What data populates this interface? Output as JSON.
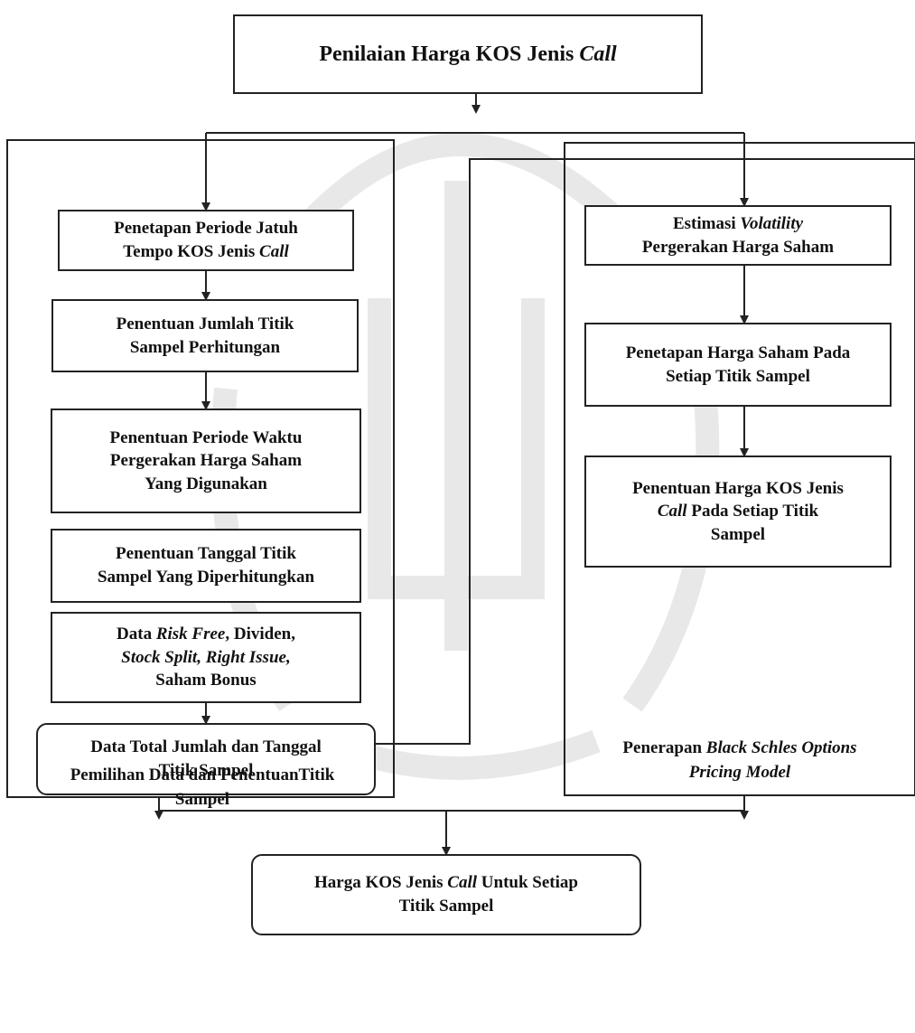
{
  "watermark_color": "#d7d7d7",
  "root": {
    "lines": [
      [
        {
          "t": "Penilaian Harga KOS Jenis "
        },
        {
          "t": "Call",
          "i": true
        }
      ]
    ]
  },
  "left_group": {
    "caption": [
      [
        {
          "t": "Pemilihan Data dan PenentuanTitik"
        }
      ],
      [
        {
          "t": "Sampel"
        }
      ]
    ],
    "steps": [
      {
        "lines": [
          [
            {
              "t": "Penetapan Periode Jatuh"
            }
          ],
          [
            {
              "t": "Tempo KOS Jenis "
            },
            {
              "t": "Call",
              "i": true
            }
          ]
        ]
      },
      {
        "lines": [
          [
            {
              "t": "Penentuan Jumlah Titik"
            }
          ],
          [
            {
              "t": "Sampel Perhitungan"
            }
          ]
        ]
      },
      {
        "lines": [
          [
            {
              "t": "Penentuan Periode Waktu"
            }
          ],
          [
            {
              "t": "Pergerakan Harga Saham"
            }
          ],
          [
            {
              "t": "Yang Digunakan"
            }
          ]
        ]
      },
      {
        "lines": [
          [
            {
              "t": "Penentuan Tanggal Titik"
            }
          ],
          [
            {
              "t": "Sampel Yang Diperhitungkan"
            }
          ]
        ]
      },
      {
        "lines": [
          [
            {
              "t": "Data "
            },
            {
              "t": "Risk Free",
              "i": true
            },
            {
              "t": ", Dividen,"
            }
          ],
          [
            {
              "t": "Stock Split, Right Issue,",
              "i": true
            }
          ],
          [
            {
              "t": "Saham Bonus"
            }
          ]
        ]
      },
      {
        "lines": [
          [
            {
              "t": "Data Total Jumlah dan Tanggal"
            }
          ],
          [
            {
              "t": "Titik Sampel"
            }
          ]
        ]
      }
    ]
  },
  "right_group": {
    "caption": [
      [
        {
          "t": "Penerapan "
        },
        {
          "t": "Black Schles Options",
          "i": true
        }
      ],
      [
        {
          "t": "Pricing Model",
          "i": true
        }
      ]
    ],
    "steps": [
      {
        "lines": [
          [
            {
              "t": "Estimasi "
            },
            {
              "t": "Volatility",
              "i": true
            }
          ],
          [
            {
              "t": "Pergerakan Harga Saham"
            }
          ]
        ]
      },
      {
        "lines": [
          [
            {
              "t": "Penetapan Harga Saham Pada"
            }
          ],
          [
            {
              "t": "Setiap Titik Sampel"
            }
          ]
        ]
      },
      {
        "lines": [
          [
            {
              "t": "Penentuan Harga KOS Jenis"
            }
          ],
          [
            {
              "t": "Call",
              "i": true
            },
            {
              "t": " Pada Setiap Titik"
            }
          ],
          [
            {
              "t": "Sampel"
            }
          ]
        ]
      }
    ]
  },
  "result": {
    "lines": [
      [
        {
          "t": "Harga KOS Jenis "
        },
        {
          "t": "Call",
          "i": true
        },
        {
          "t": " Untuk Setiap"
        }
      ],
      [
        {
          "t": "Titik Sampel"
        }
      ]
    ]
  }
}
